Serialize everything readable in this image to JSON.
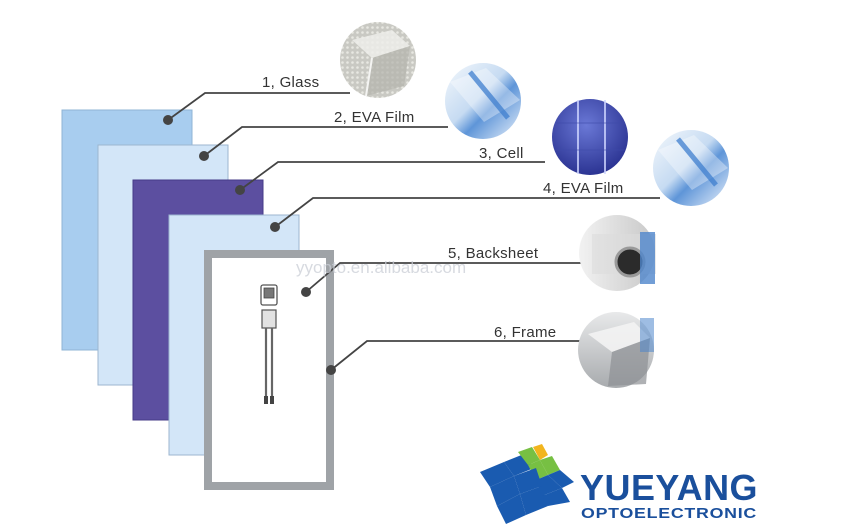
{
  "diagram": {
    "layers": [
      {
        "label": "1, Glass",
        "material": "glass",
        "panel_color": "#a8cdef"
      },
      {
        "label": "2, EVA Film",
        "material": "eva-film",
        "panel_color": "#d3e6f8"
      },
      {
        "label": "3, Cell",
        "material": "cell",
        "panel_color": "#5c4fa0"
      },
      {
        "label": "4, EVA Film",
        "material": "eva-film",
        "panel_color": "#d3e6f8"
      },
      {
        "label": "5, Backsheet",
        "material": "backsheet",
        "panel_color": "#ffffff"
      },
      {
        "label": "6, Frame",
        "material": "frame",
        "panel_color": "#9fa3a7"
      }
    ],
    "watermark": "yyopto.en.alibaba.com",
    "leader_color": "#444444"
  },
  "brand": {
    "name": "YUEYANG",
    "subtitle": "OPTOELECTRONIC",
    "logo_colors": [
      "#1a5bb0",
      "#77c043",
      "#f2b51e"
    ]
  }
}
